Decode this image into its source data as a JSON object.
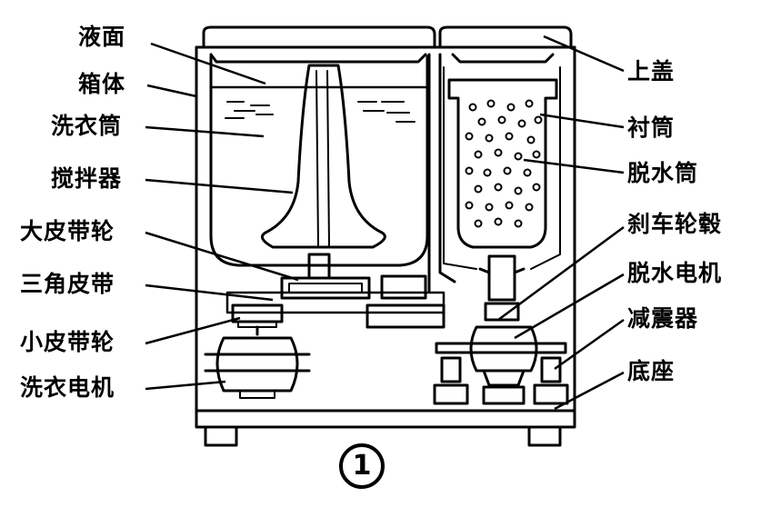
{
  "diagram": {
    "labels_left": [
      {
        "id": "liquid-surface",
        "text": "液面"
      },
      {
        "id": "cabinet",
        "text": "箱体"
      },
      {
        "id": "wash-tub",
        "text": "洗衣筒"
      },
      {
        "id": "agitator",
        "text": "搅拌器"
      },
      {
        "id": "large-pulley",
        "text": "大皮带轮"
      },
      {
        "id": "v-belt",
        "text": "三角皮带"
      },
      {
        "id": "small-pulley",
        "text": "小皮带轮"
      },
      {
        "id": "wash-motor",
        "text": "洗衣电机"
      }
    ],
    "labels_right": [
      {
        "id": "top-cover",
        "text": "上盖"
      },
      {
        "id": "liner-tub",
        "text": "衬筒"
      },
      {
        "id": "spin-tub",
        "text": "脱水筒"
      },
      {
        "id": "brake-hub",
        "text": "刹车轮毂"
      },
      {
        "id": "spin-motor",
        "text": "脱水电机"
      },
      {
        "id": "damper",
        "text": "减震器"
      },
      {
        "id": "base",
        "text": "底座"
      }
    ],
    "figure_number": "1"
  }
}
